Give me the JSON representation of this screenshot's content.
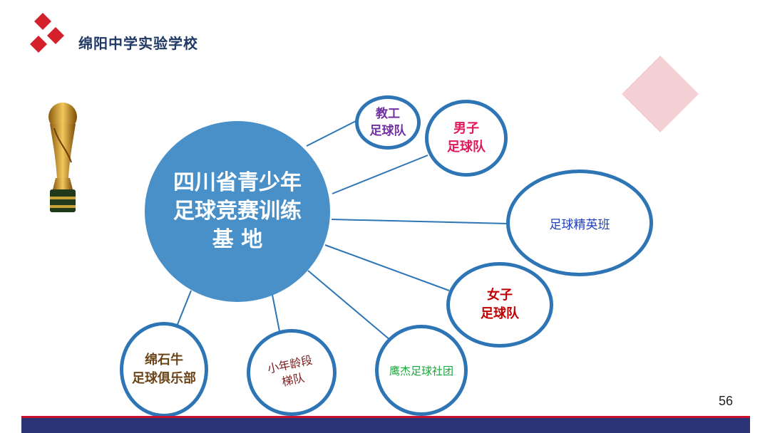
{
  "header": {
    "school_name": "绵阳中学实验学校",
    "logo_icon": "red-diamonds-logo-icon",
    "logo_color": "#d4202a"
  },
  "center": {
    "line1": "四川省青少年",
    "line2": "足球竞赛训练",
    "line3": "基 地",
    "color": "#4a90c8"
  },
  "nodes": {
    "teacher": {
      "line1": "教工",
      "line2": "足球队"
    },
    "men": {
      "line1": "男子",
      "line2": "足球队"
    },
    "elite": {
      "line1": "足球精英班"
    },
    "women": {
      "line1": "女子",
      "line2": "足球队"
    },
    "eagle": {
      "line1": "鹰杰足球社团"
    },
    "young": {
      "line1": "小年龄段",
      "line2": "梯队"
    },
    "mianshi": {
      "line1": "绵石牛",
      "line2": "足球俱乐部"
    }
  },
  "decoration": {
    "trophy_icon": "world-cup-trophy-icon",
    "diamond_icon": "pink-diamond-icon"
  },
  "footer": {
    "page_number": "56",
    "bar_color": "#2b3476",
    "accent_color": "#c8102e"
  }
}
